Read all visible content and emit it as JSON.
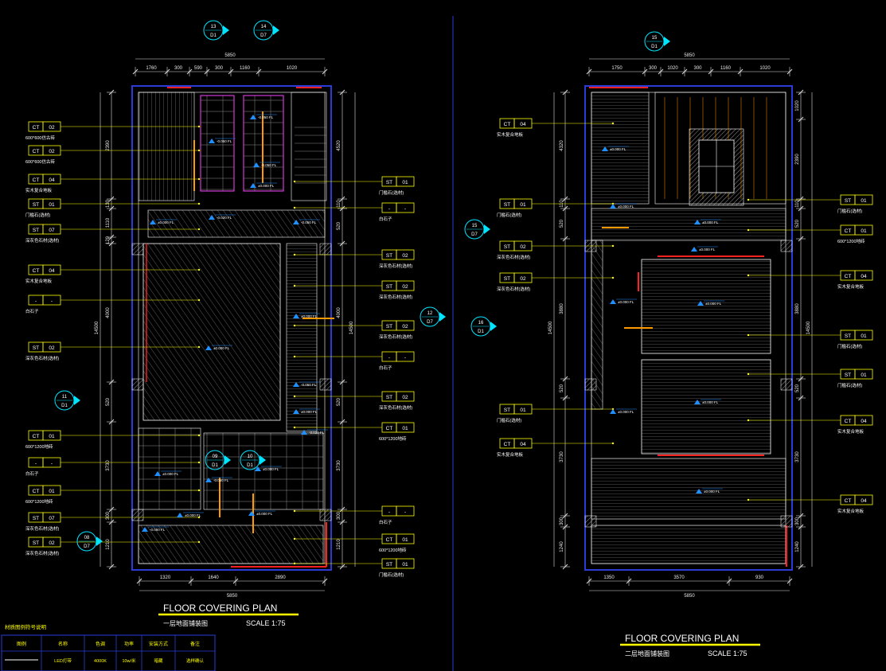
{
  "plans": [
    {
      "id": "first-floor",
      "title": "FLOOR COVERING PLAN",
      "subtitle": "一层地面铺装图",
      "scale": "SCALE 1:75",
      "top_total": "5850",
      "top_dims": [
        "1760",
        "300",
        "590",
        "300",
        "1160",
        "1020"
      ],
      "bottom_dims": [
        "1320",
        "1640",
        "2890"
      ],
      "bottom_total": "5850",
      "left_dims": [
        "2390",
        "130",
        "1110",
        "120",
        "4000",
        "520",
        "3730",
        "300",
        "1210"
      ],
      "left_total": "14500",
      "right_dims": [
        "4520",
        "110",
        "520",
        "4000",
        "520",
        "3730",
        "300",
        "1210"
      ],
      "right_total": "14500",
      "section_markers": [
        {
          "num": "13",
          "ref": "D1"
        },
        {
          "num": "14",
          "ref": "D7"
        },
        {
          "num": "12",
          "ref": "D7"
        },
        {
          "num": "11",
          "ref": "D1"
        },
        {
          "num": "09",
          "ref": "D1"
        },
        {
          "num": "10",
          "ref": "D1"
        },
        {
          "num": "08",
          "ref": "D7"
        }
      ],
      "left_tags": [
        {
          "code": "CT",
          "num": "02",
          "desc": "600*600仿古砖"
        },
        {
          "code": "CT",
          "num": "02",
          "desc": "600*600仿古砖"
        },
        {
          "code": "CT",
          "num": "04",
          "desc": "实木复合地板"
        },
        {
          "code": "ST",
          "num": "01",
          "desc": "门槛石(选材)"
        },
        {
          "code": "ST",
          "num": "07",
          "desc": "深灰色石材(选材)"
        },
        {
          "code": "CT",
          "num": "04",
          "desc": "实木复合地板"
        },
        {
          "code": "-",
          "num": "-",
          "desc": "白石子"
        },
        {
          "code": "ST",
          "num": "02",
          "desc": "深灰色石材(选材)"
        },
        {
          "code": "CT",
          "num": "01",
          "desc": "600*1200地砖"
        },
        {
          "code": "-",
          "num": "-",
          "desc": "白石子"
        },
        {
          "code": "CT",
          "num": "01",
          "desc": "600*1200地砖"
        },
        {
          "code": "ST",
          "num": "07",
          "desc": "深灰色石材(选材)"
        },
        {
          "code": "ST",
          "num": "02",
          "desc": "深灰色石材(选材)"
        }
      ],
      "right_tags": [
        {
          "code": "ST",
          "num": "01",
          "desc": "门槛石(选材)"
        },
        {
          "code": "-",
          "num": "-",
          "desc": "白石子"
        },
        {
          "code": "ST",
          "num": "02",
          "desc": "深灰色石材(选材)"
        },
        {
          "code": "ST",
          "num": "02",
          "desc": "深灰色石材(选材)"
        },
        {
          "code": "ST",
          "num": "02",
          "desc": "深灰色石材(选材)"
        },
        {
          "code": "-",
          "num": "-",
          "desc": "白石子"
        },
        {
          "code": "ST",
          "num": "02",
          "desc": "深灰色石材(选材)"
        },
        {
          "code": "CT",
          "num": "01",
          "desc": "600*1200地砖"
        },
        {
          "code": "-",
          "num": "-",
          "desc": "白石子"
        },
        {
          "code": "CT",
          "num": "01",
          "desc": "600*1200地砖"
        },
        {
          "code": "ST",
          "num": "01",
          "desc": "门槛石(选材)"
        }
      ],
      "levels": [
        "-0.050 FL",
        "-0.050 FL",
        "-0.050 FL",
        "±0.000 FL",
        "±0.000 FL",
        "-0.020 FL",
        "-0.050 FL",
        "±0.000 FL",
        "±0.000 FL",
        "-0.050 FL",
        "±0.000 FL",
        "-0.020 FL",
        "±0.000 FL",
        "±0.000 FL",
        "-0.050 FL",
        "±0.000 FL",
        "±0.000 FL",
        "-0.050 FL"
      ]
    },
    {
      "id": "second-floor",
      "title": "FLOOR COVERING PLAN",
      "subtitle": "二层地面铺装图",
      "scale": "SCALE 1:75",
      "top_total": "5850",
      "top_dims": [
        "1750",
        "300",
        "1020",
        "300",
        "1160",
        "1020"
      ],
      "bottom_dims": [
        "1350",
        "3570",
        "930"
      ],
      "bottom_total": "5850",
      "left_dims": [
        "4320",
        "110",
        "520",
        "3880",
        "520",
        "3730",
        "300",
        "1240"
      ],
      "left_total": "14500",
      "right_dims": [
        "1020",
        "2390",
        "110",
        "520",
        "3880",
        "520",
        "3730",
        "300",
        "1240"
      ],
      "right_total": "14500",
      "section_markers": [
        {
          "num": "15",
          "ref": "D1"
        },
        {
          "num": "15",
          "ref": "D7"
        },
        {
          "num": "16",
          "ref": "D1"
        }
      ],
      "left_tags": [
        {
          "code": "CT",
          "num": "04",
          "desc": "实木复合地板"
        },
        {
          "code": "ST",
          "num": "01",
          "desc": "门槛石(选材)"
        },
        {
          "code": "ST",
          "num": "02",
          "desc": "深灰色石材(选材)"
        },
        {
          "code": "ST",
          "num": "02",
          "desc": "深灰色石材(选材)"
        },
        {
          "code": "ST",
          "num": "01",
          "desc": "门槛石(选材)"
        },
        {
          "code": "CT",
          "num": "04",
          "desc": "实木复合地板"
        }
      ],
      "right_tags": [
        {
          "code": "ST",
          "num": "01",
          "desc": "门槛石(选材)"
        },
        {
          "code": "CT",
          "num": "01",
          "desc": "600*1200地砖"
        },
        {
          "code": "CT",
          "num": "04",
          "desc": "实木复合地板"
        },
        {
          "code": "ST",
          "num": "01",
          "desc": "门槛石(选材)"
        },
        {
          "code": "ST",
          "num": "01",
          "desc": "门槛石(选材)"
        },
        {
          "code": "CT",
          "num": "04",
          "desc": "实木复合地板"
        },
        {
          "code": "CT",
          "num": "04",
          "desc": "实木复合地板"
        }
      ],
      "levels": [
        "±0.000 FL",
        "±0.000 FL",
        "±0.000 FL",
        "±0.000 FL",
        "±0.000 FL",
        "±0.000 FL",
        "±0.000 FL",
        "±0.000 FL",
        "±0.000 FL"
      ]
    }
  ],
  "legend": {
    "title": "材质图例符号说明",
    "headers": [
      "图例",
      "名称",
      "色调",
      "功率",
      "安装方式",
      "备注"
    ],
    "rows": [
      [
        "",
        "LED灯带",
        "4000K",
        "10w/米",
        "暗藏",
        "选样确认"
      ]
    ]
  },
  "colors": {
    "background": "#000000",
    "wall": "#2a3bd8",
    "dimension": "#e8e8e8",
    "leader": "#ffff00",
    "tag": "#ffff00",
    "section_marker": "#00e5ff",
    "door": "#ff2020",
    "magenta": "#ff40ff",
    "level_marker": "#1e90ff",
    "hatch": "#ffffff",
    "furniture": "#ff9900"
  }
}
